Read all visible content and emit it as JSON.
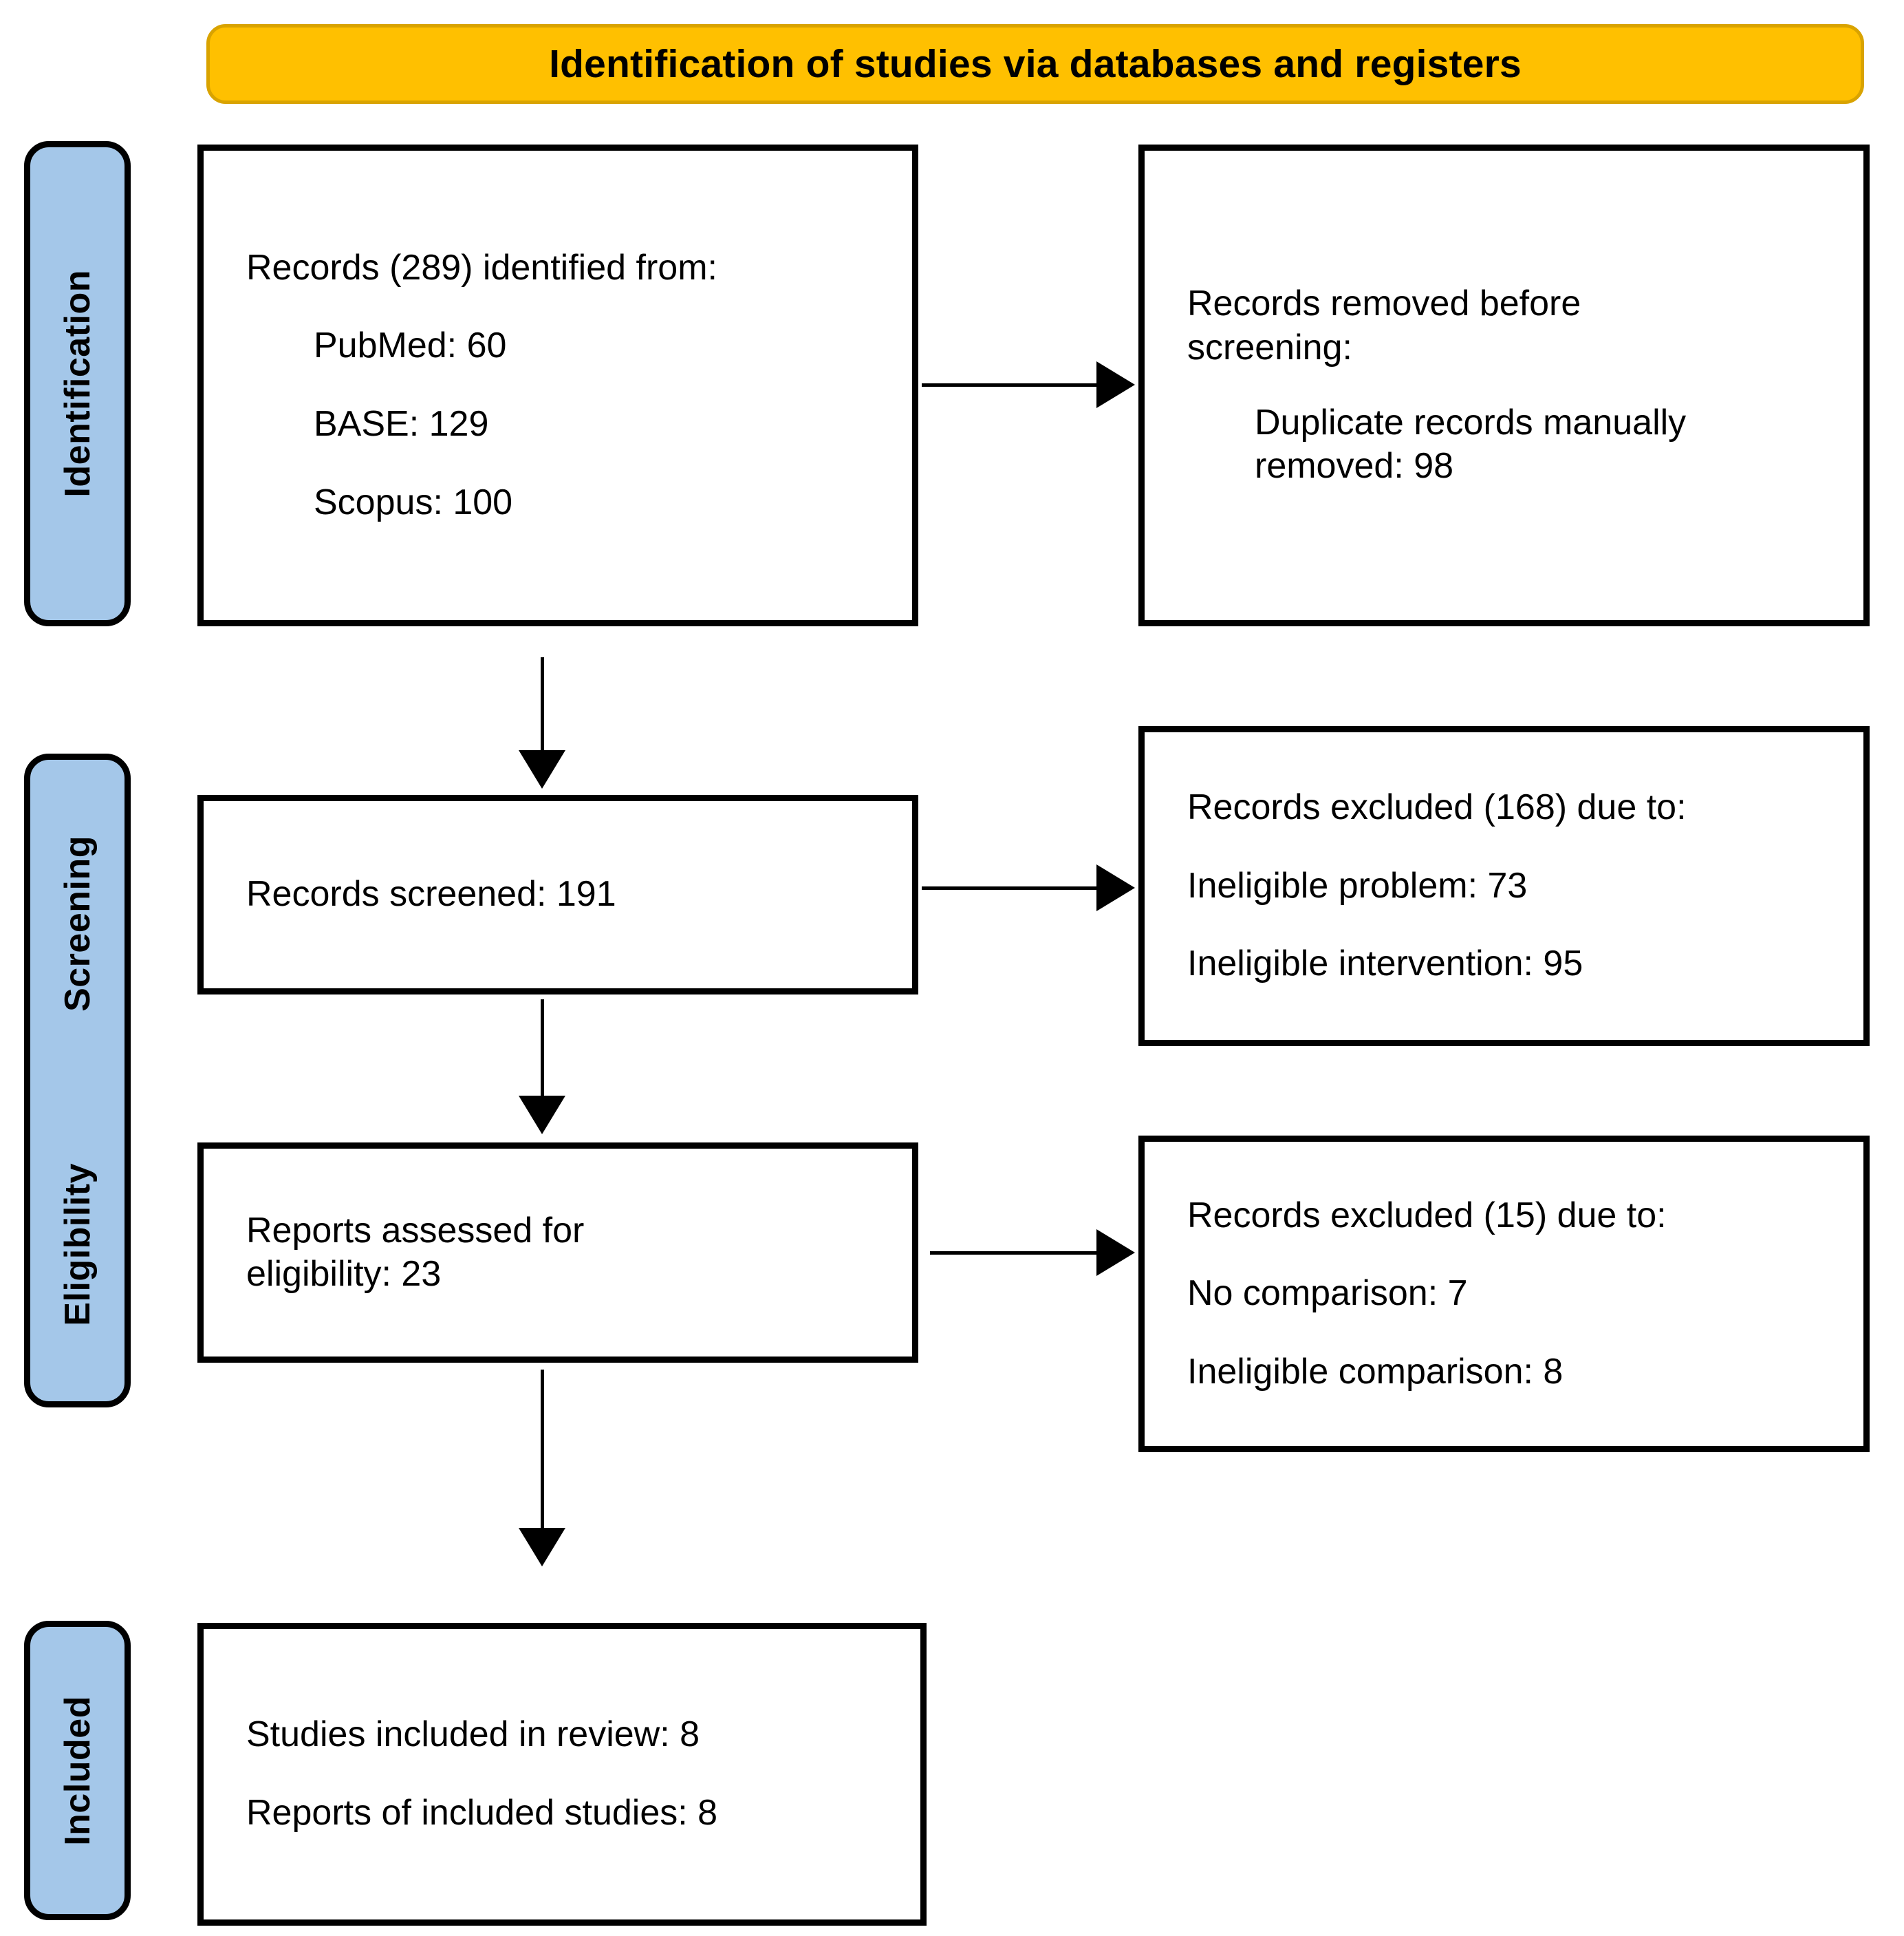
{
  "header": {
    "title": "Identification of studies via databases and registers"
  },
  "colors": {
    "banner_fill": "#FFC000",
    "banner_border": "#D9A300",
    "stage_fill": "#A4C7E9",
    "box_border": "#000000",
    "text": "#000000",
    "background": "#FFFFFF"
  },
  "stages": [
    {
      "id": "identification",
      "label": "Identification"
    },
    {
      "id": "screening",
      "label": "Screening"
    },
    {
      "id": "eligibility",
      "label": "Eligibility"
    },
    {
      "id": "included",
      "label": "Included"
    }
  ],
  "boxes": {
    "records_identified": {
      "heading": "Records (289) identified from:",
      "items": [
        "PubMed: 60",
        "BASE: 129",
        "Scopus: 100"
      ]
    },
    "records_removed": {
      "heading_line1": "Records removed before",
      "heading_line2": "screening:",
      "items_line1": "Duplicate records manually",
      "items_line2": "removed: 98"
    },
    "records_screened": {
      "text": "Records screened: 191"
    },
    "excluded_screening": {
      "heading": "Records excluded (168) due to:",
      "items": [
        "Ineligible problem: 73",
        "Ineligible intervention: 95"
      ]
    },
    "reports_assessed": {
      "line1": "Reports assessed for",
      "line2": "eligibility: 23"
    },
    "excluded_eligibility": {
      "heading": "Records excluded (15) due to:",
      "items": [
        "No comparison: 7",
        "Ineligible comparison: 8"
      ]
    },
    "studies_included": {
      "line1": "Studies included in review: 8",
      "line2": "Reports of included studies: 8"
    }
  },
  "chart_data": {
    "type": "diagram",
    "title": "Identification of studies via databases and registers",
    "diagram_kind": "PRISMA 2020 flow diagram",
    "stages": [
      "Identification",
      "Screening",
      "Eligibility",
      "Included"
    ],
    "nodes": [
      {
        "id": "records_identified",
        "stage": "Identification",
        "column": "left",
        "label": "Records (289) identified from: PubMed: 60, BASE: 129, Scopus: 100",
        "total": 289,
        "sources": {
          "PubMed": 60,
          "BASE": 129,
          "Scopus": 100
        }
      },
      {
        "id": "records_removed",
        "stage": "Identification",
        "column": "right",
        "label": "Records removed before screening: Duplicate records manually removed: 98",
        "total": 98,
        "reasons": {
          "Duplicate records manually removed": 98
        }
      },
      {
        "id": "records_screened",
        "stage": "Screening",
        "column": "left",
        "label": "Records screened: 191",
        "total": 191
      },
      {
        "id": "excluded_screening",
        "stage": "Screening",
        "column": "right",
        "label": "Records excluded (168) due to: Ineligible problem: 73, Ineligible intervention: 95",
        "total": 168,
        "reasons": {
          "Ineligible problem": 73,
          "Ineligible intervention": 95
        }
      },
      {
        "id": "reports_assessed",
        "stage": "Eligibility",
        "column": "left",
        "label": "Reports assessed for eligibility: 23",
        "total": 23
      },
      {
        "id": "excluded_eligibility",
        "stage": "Eligibility",
        "column": "right",
        "label": "Records excluded (15) due to: No comparison: 7, Ineligible comparison: 8",
        "total": 15,
        "reasons": {
          "No comparison": 7,
          "Ineligible comparison": 8
        }
      },
      {
        "id": "studies_included",
        "stage": "Included",
        "column": "left",
        "label": "Studies included in review: 8; Reports of included studies: 8",
        "studies_included_in_review": 8,
        "reports_of_included_studies": 8
      }
    ],
    "edges": [
      {
        "from": "records_identified",
        "to": "records_removed",
        "direction": "right"
      },
      {
        "from": "records_identified",
        "to": "records_screened",
        "direction": "down"
      },
      {
        "from": "records_screened",
        "to": "excluded_screening",
        "direction": "right"
      },
      {
        "from": "records_screened",
        "to": "reports_assessed",
        "direction": "down"
      },
      {
        "from": "reports_assessed",
        "to": "excluded_eligibility",
        "direction": "right"
      },
      {
        "from": "reports_assessed",
        "to": "studies_included",
        "direction": "down"
      }
    ]
  }
}
